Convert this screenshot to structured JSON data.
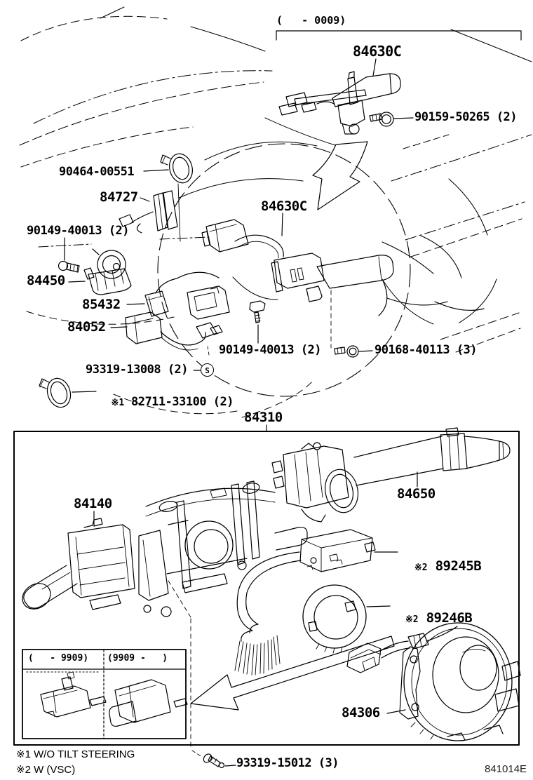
{
  "colors": {
    "ink": "#000000",
    "paper": "#ffffff"
  },
  "header": {
    "variant_note": "(   - 0009)"
  },
  "labels": {
    "p84630c_top": "84630C",
    "p90159": "90159-50265 (2)",
    "p90464": "90464-00551",
    "p84727": "84727",
    "p90149_upper": "90149-40013 (2)",
    "p84450": "84450",
    "p85432": "85432",
    "p84052": "84052",
    "p84630c_mid": "84630C",
    "p90149_mid": "90149-40013 (2)",
    "p90168": "90168-40113 (3)",
    "p93319_upper": "93319-13008 (2)",
    "s_marker": "S",
    "ref1": "※1",
    "p82711": "82711-33100 (2)",
    "p84310": "84310",
    "p84140": "84140",
    "p84650": "84650",
    "ref2_a": "※2",
    "p89245b": "89245B",
    "ref2_b": "※2",
    "p89246b": "89246B",
    "p84306": "84306",
    "p93319_lower": "93319-15012 (3)"
  },
  "inset": {
    "left_header": "(   - 9909)",
    "right_header": "(9909 -   )"
  },
  "footnotes": {
    "note1": "※1 W/O TILT STEERING",
    "note2": "※2 W (VSC)"
  },
  "figure_code": "841014E"
}
